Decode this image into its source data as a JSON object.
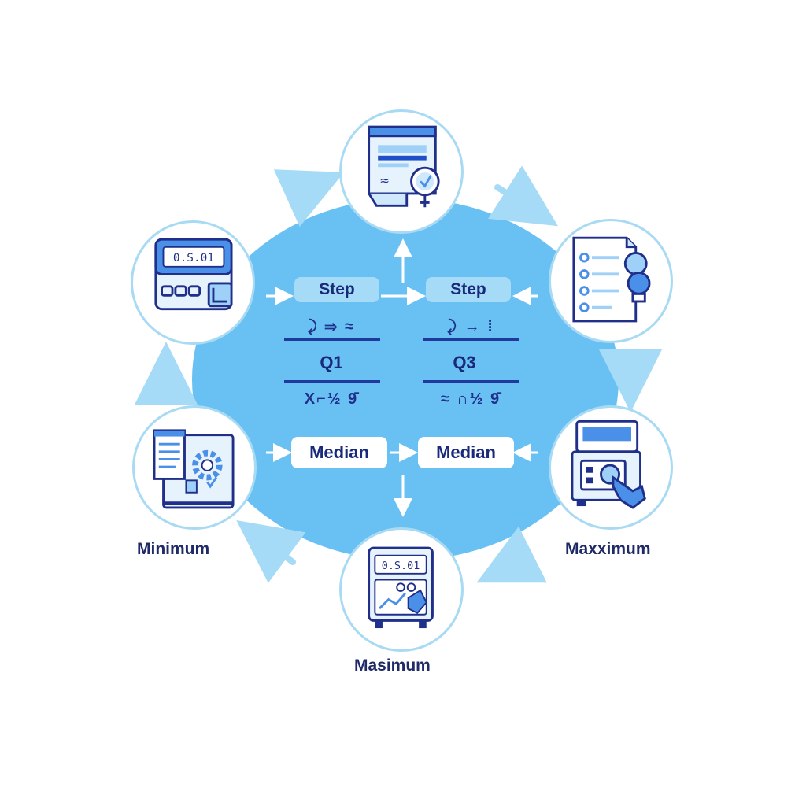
{
  "colors": {
    "hub": "#69c0f3",
    "node_border": "#a9daf4",
    "icon_dark": "#1f2f8a",
    "icon_blue": "#4a90e8",
    "icon_light": "#cfe8fb",
    "text_dark": "#1a2a7a"
  },
  "center": {
    "step_left": "Step",
    "step_right": "Step",
    "formula_left_top": "⤸ ⇒ ≈",
    "formula_right_top": "⤸ → ⁞",
    "q1": "Q1",
    "q3": "Q3",
    "formula_left_bottom": "X⌐½ 9̄",
    "formula_right_bottom": "≈ ∩½ 9̄",
    "median_left": "Median",
    "median_right": "Median"
  },
  "nodes": {
    "top": {
      "icon": "document-clock-icon"
    },
    "left_upper": {
      "icon": "calculator-display-icon",
      "display": "0.S.01"
    },
    "right_upper": {
      "icon": "checklist-bulb-icon"
    },
    "left_lower": {
      "icon": "document-gear-icon"
    },
    "right_lower": {
      "icon": "machine-hand-icon"
    },
    "bottom": {
      "icon": "calculator-chart-icon",
      "display": "0.S.01"
    }
  },
  "captions": {
    "left": "Minimum",
    "right": "Maxximum",
    "bottom": "Masimum"
  }
}
